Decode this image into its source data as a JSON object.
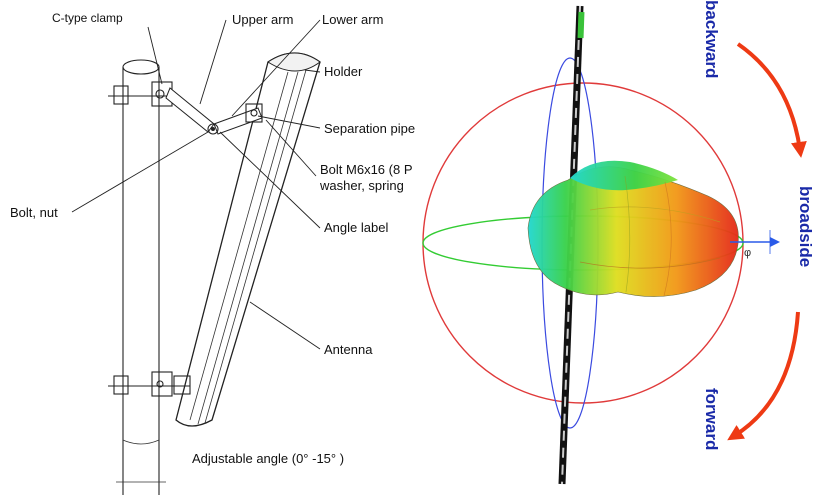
{
  "mount_diagram": {
    "labels": {
      "c_clamp": "C-type clamp",
      "upper_arm": "Upper arm",
      "lower_arm": "Lower arm",
      "holder": "Holder",
      "separation_pipe": "Separation pipe",
      "bolt_line1": "Bolt M6x16 (8 P",
      "bolt_line2": "washer, spring",
      "bolt_nut": "Bolt, nut",
      "angle_label": "Angle label",
      "antenna": "Antenna",
      "adjustable_angle": "Adjustable angle (0° -15° )"
    }
  },
  "radiation_pattern": {
    "labels": {
      "backward": "backward",
      "broadside": "broadside",
      "forward": "forward",
      "phi": "φ"
    },
    "colors": {
      "text_blue": "#1a2aa8",
      "arrow_red": "#ee3a14",
      "sphere_red": "#e03a3a",
      "ring_green": "#33cc33",
      "ring_blue": "#3a4ae0",
      "axis_blue": "#2a5ae8",
      "lobe_red": "#e52a1a",
      "lobe_orange": "#f29a18",
      "lobe_yellow": "#dede20",
      "lobe_green": "#3ad24a",
      "lobe_cyan": "#22d8d0"
    }
  }
}
